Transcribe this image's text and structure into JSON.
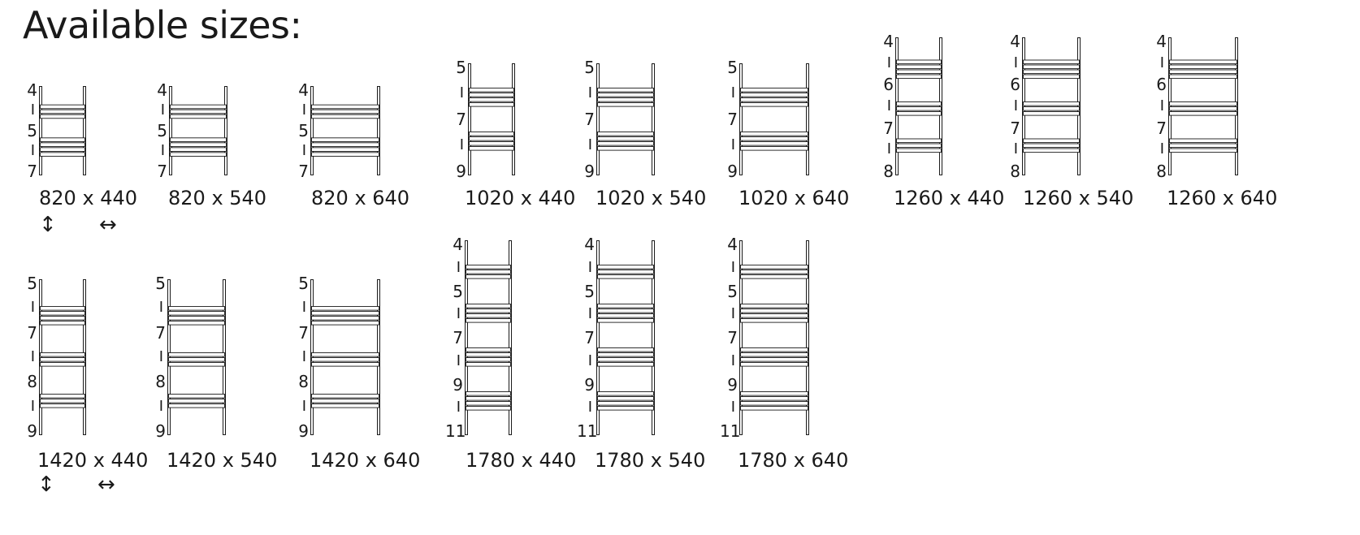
{
  "title": "Available sizes:",
  "colors": {
    "ink": "#1a1a1a",
    "background": "#ffffff"
  },
  "icons": {
    "height": "up-down-arrow-icon",
    "width": "left-right-arrow-icon",
    "height_glyph": "↕",
    "width_glyph": "↔"
  },
  "separator": "I",
  "rows": [
    {
      "models": [
        {
          "size": "820 x 440",
          "sequence": [
            "4",
            "5",
            "7"
          ],
          "show_dimension_icons": true
        },
        {
          "size": "820 x 540",
          "sequence": [
            "4",
            "5",
            "7"
          ]
        },
        {
          "size": "820 x 640",
          "sequence": [
            "4",
            "5",
            "7"
          ]
        },
        {
          "size": "1020 x 440",
          "sequence": [
            "5",
            "7",
            "9"
          ]
        },
        {
          "size": "1020 x 540",
          "sequence": [
            "5",
            "7",
            "9"
          ]
        },
        {
          "size": "1020 x 640",
          "sequence": [
            "5",
            "7",
            "9"
          ]
        },
        {
          "size": "1260 x 440",
          "sequence": [
            "4",
            "6",
            "7",
            "8"
          ]
        },
        {
          "size": "1260 x 540",
          "sequence": [
            "4",
            "6",
            "7",
            "8"
          ]
        },
        {
          "size": "1260 x 640",
          "sequence": [
            "4",
            "6",
            "7",
            "8"
          ]
        }
      ]
    },
    {
      "models": [
        {
          "size": "1420 x 440",
          "sequence": [
            "5",
            "7",
            "8",
            "9"
          ],
          "show_dimension_icons": true
        },
        {
          "size": "1420 x 540",
          "sequence": [
            "5",
            "7",
            "8",
            "9"
          ]
        },
        {
          "size": "1420 x 640",
          "sequence": [
            "5",
            "7",
            "8",
            "9"
          ]
        },
        {
          "size": "1780 x 440",
          "sequence": [
            "4",
            "5",
            "7",
            "9",
            "11"
          ]
        },
        {
          "size": "1780 x 540",
          "sequence": [
            "4",
            "5",
            "7",
            "9",
            "11"
          ]
        },
        {
          "size": "1780 x 640",
          "sequence": [
            "4",
            "5",
            "7",
            "9",
            "11"
          ]
        }
      ]
    }
  ]
}
